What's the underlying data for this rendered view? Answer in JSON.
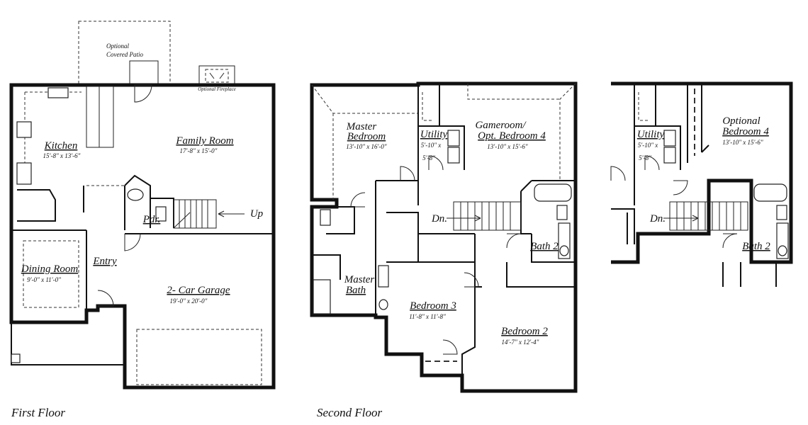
{
  "floors": {
    "first": {
      "label": "First Floor",
      "rooms": {
        "kitchen": {
          "name": "Kitchen",
          "dim": "15'-8\" x 13'-6\""
        },
        "family": {
          "name": "Family Room",
          "dim": "17'-8\" x 15'-0\""
        },
        "dining": {
          "name": "Dining Room",
          "dim": "9'-0\" x 11'-0\""
        },
        "garage": {
          "name": "2- Car Garage",
          "dim": "19'-0\" x 20'-0\""
        },
        "entry": {
          "name": "Entry"
        },
        "powder": {
          "name": "Pdr."
        },
        "patio": {
          "name_line1": "Optional",
          "name_line2": "Covered Patio"
        },
        "fireplace": {
          "name": "Optional Fireplace"
        }
      },
      "stair_label": "Up"
    },
    "second": {
      "label": "Second Floor",
      "rooms": {
        "master": {
          "name_line1": "Master",
          "name_line2": "Bedroom",
          "dim": "13'-10\" x 16'-0\""
        },
        "gameroom": {
          "name_line1": "Gameroom/",
          "name_line2": "Opt. Bedroom 4",
          "dim": "13'-10\" x 15'-6\""
        },
        "utility": {
          "name": "Utility",
          "dim_line1": "5'-10\" x",
          "dim_line2": "5'-8\""
        },
        "master_bath": {
          "name_line1": "Master",
          "name_line2": "Bath"
        },
        "bedroom3": {
          "name": "Bedroom 3",
          "dim": "11'-8\" x 11'-8\""
        },
        "bedroom2": {
          "name": "Bedroom 2",
          "dim": "14'-7\" x 12'-4\""
        },
        "bath2": {
          "name": "Bath 2"
        }
      },
      "stair_label": "Dn."
    },
    "optional": {
      "rooms": {
        "bedroom4": {
          "name_line1": "Optional",
          "name_line2": "Bedroom 4",
          "dim": "13'-10\" x 15'-6\""
        },
        "utility": {
          "name": "Utility",
          "dim_line1": "5'-10\" x",
          "dim_line2": "5'-8\""
        },
        "bath2": {
          "name": "Bath 2"
        }
      },
      "stair_label": "Dn."
    }
  }
}
